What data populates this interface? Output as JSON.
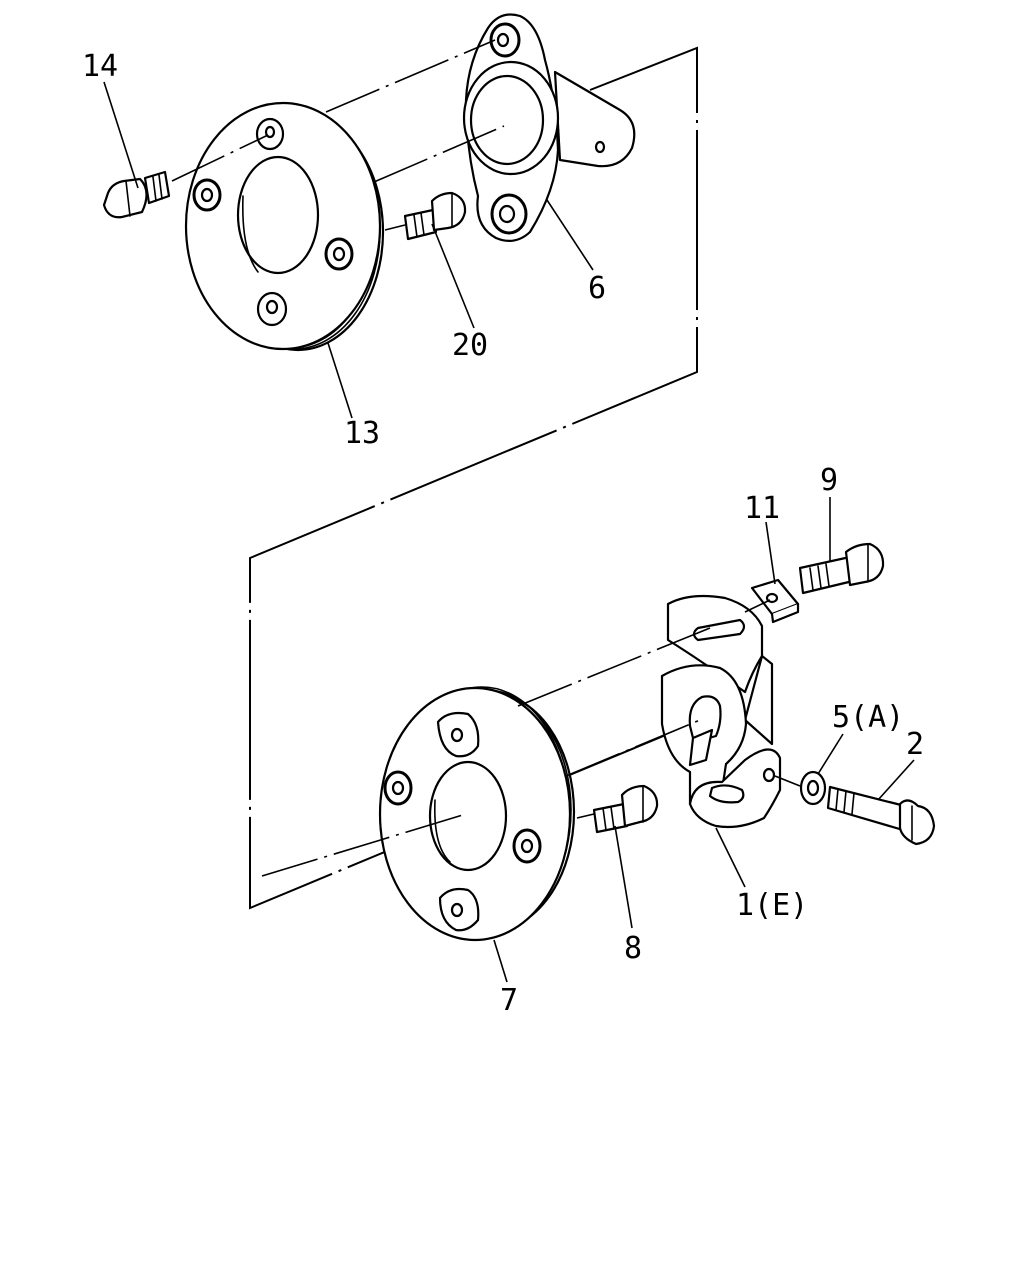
{
  "callouts": [
    {
      "id": "14",
      "text": "14"
    },
    {
      "id": "6",
      "text": "6"
    },
    {
      "id": "20",
      "text": "20"
    },
    {
      "id": "13",
      "text": "13"
    },
    {
      "id": "9",
      "text": "9"
    },
    {
      "id": "11",
      "text": "11"
    },
    {
      "id": "5a",
      "text": "5(A)"
    },
    {
      "id": "2",
      "text": "2"
    },
    {
      "id": "8",
      "text": "8"
    },
    {
      "id": "1e",
      "text": "1(E)"
    },
    {
      "id": "7",
      "text": "7"
    }
  ]
}
